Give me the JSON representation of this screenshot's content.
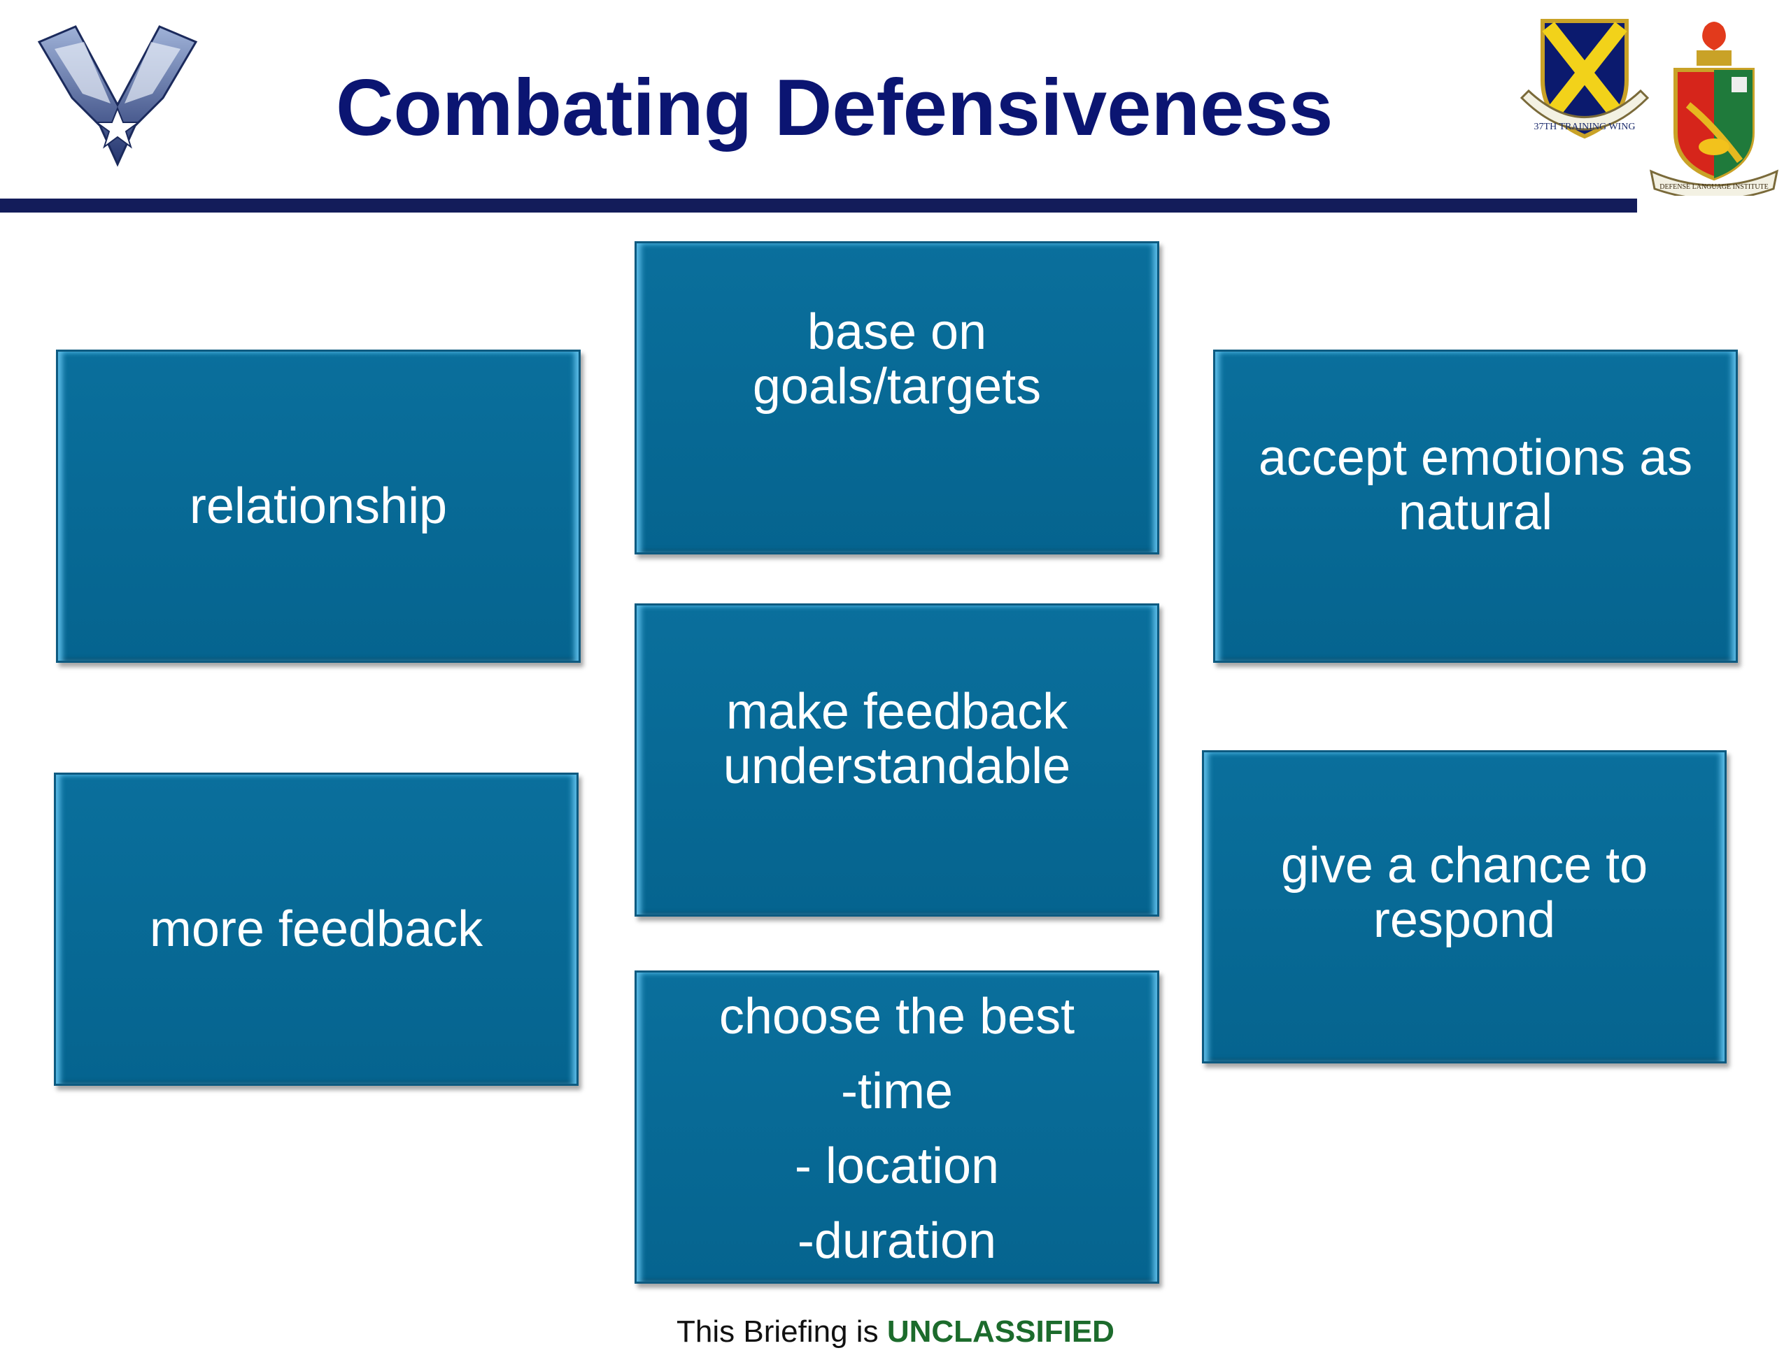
{
  "slide": {
    "title": "Combating Defensiveness",
    "boxes": {
      "relationship": "relationship",
      "goals": "base on goals/targets",
      "emotions": "accept emotions as natural",
      "more_feedback": "more feedback",
      "understandable": "make feedback understandable",
      "respond": "give a chance to respond",
      "choose_lines": [
        "choose the best",
        "-time",
        "- location",
        "-duration"
      ]
    },
    "footer": {
      "prefix": "This Briefing is",
      "classification": "UNCLASSIFIED"
    },
    "logos": {
      "left": "air-force-wings-logo",
      "right_1": "37th-training-wing-shield",
      "right_2": "dli-crest"
    },
    "wing_seal_text": "37TH TRAINING WING",
    "dli_scroll_text": "DEFENSE LANGUAGE INSTITUTE",
    "colors": {
      "title": "#0b1572",
      "rule": "#131c5a",
      "box": "#05648f",
      "classification": "#1c6b2c"
    }
  }
}
